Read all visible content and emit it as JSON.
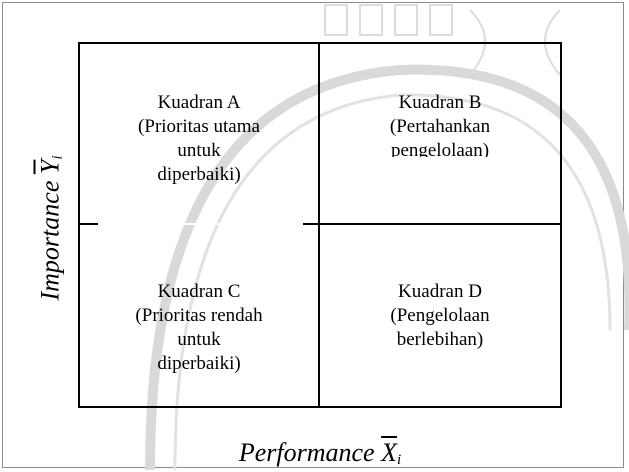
{
  "axes": {
    "y_label": "Importance",
    "y_symbol": "Y",
    "y_subscript": "i",
    "x_label": "Performance",
    "x_symbol": "X",
    "x_subscript": "i"
  },
  "quadrants": [
    {
      "id": "A",
      "lines": [
        "Kuadran A",
        "(Prioritas utama",
        "untuk",
        "diperbaiki)"
      ]
    },
    {
      "id": "B",
      "lines": [
        "Kuadran B",
        "(Pertahankan",
        "pengelolaan)"
      ]
    },
    {
      "id": "C",
      "lines": [
        "Kuadran C",
        "(Prioritas rendah",
        "untuk",
        "diperbaiki)"
      ]
    },
    {
      "id": "D",
      "lines": [
        "Kuadran D",
        "(Pengelolaan",
        "berlebihan)"
      ]
    }
  ]
}
